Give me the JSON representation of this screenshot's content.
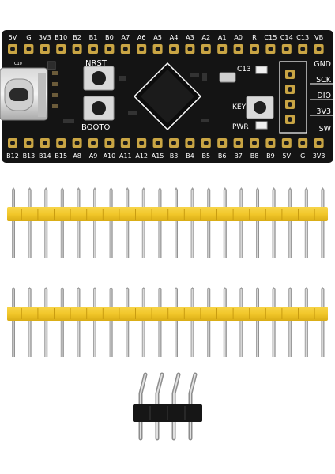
{
  "board": {
    "top_pins": [
      "5V",
      "G",
      "3V3",
      "B10",
      "B2",
      "B1",
      "B0",
      "A7",
      "A6",
      "A5",
      "A4",
      "A3",
      "A2",
      "A1",
      "A0",
      "R",
      "C15",
      "C14",
      "C13",
      "VB"
    ],
    "bottom_pins": [
      "B12",
      "B13",
      "B14",
      "B15",
      "A8",
      "A9",
      "A10",
      "A11",
      "A12",
      "A15",
      "B3",
      "B4",
      "B5",
      "B6",
      "B7",
      "B8",
      "B9",
      "5V",
      "G",
      "3V3"
    ],
    "swd_pins": [
      "GND",
      "SCK",
      "DIO",
      "3V3",
      "SW"
    ],
    "labels": {
      "nrst": "NRST",
      "boot0": "BOOTO",
      "key": "KEY",
      "pwr": "PWR",
      "c13": "C13",
      "c10": "C10"
    },
    "colors": {
      "pcb": "#141414",
      "pad": "#c9a544",
      "silkscreen": "#ffffff",
      "header_plastic": "#f2c72a",
      "pin_metal": "#b8b8b8"
    }
  },
  "headers": {
    "long_header_pin_count": 20,
    "short_header_pin_count": 4
  }
}
